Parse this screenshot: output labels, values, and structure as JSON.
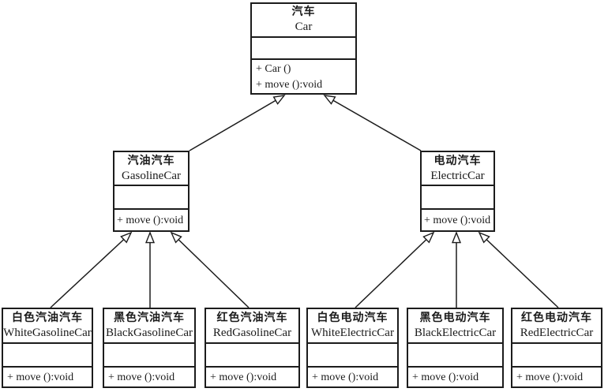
{
  "diagram": {
    "type": "uml-class-diagram",
    "colors": {
      "line": "#1c1c1c",
      "background": "#ffffff",
      "text": "#1a1a1a"
    },
    "classes": [
      {
        "id": "car",
        "name_zh": "汽车",
        "name_en": "Car",
        "attributes": [],
        "methods": [
          "+ Car ()",
          "+ move ():void"
        ]
      },
      {
        "id": "gasoline-car",
        "name_zh": "汽油汽车",
        "name_en": "GasolineCar",
        "attributes": [],
        "methods": [
          "+ move ():void"
        ]
      },
      {
        "id": "electric-car",
        "name_zh": "电动汽车",
        "name_en": "ElectricCar",
        "attributes": [],
        "methods": [
          "+ move ():void"
        ]
      },
      {
        "id": "white-gasoline-car",
        "name_zh": "白色汽油汽车",
        "name_en": "WhiteGasolineCar",
        "attributes": [],
        "methods": [
          "+ move ():void"
        ]
      },
      {
        "id": "black-gasoline-car",
        "name_zh": "黑色汽油汽车",
        "name_en": "BlackGasolineCar",
        "attributes": [],
        "methods": [
          "+ move ():void"
        ]
      },
      {
        "id": "red-gasoline-car",
        "name_zh": "红色汽油汽车",
        "name_en": "RedGasolineCar",
        "attributes": [],
        "methods": [
          "+ move ():void"
        ]
      },
      {
        "id": "white-electric-car",
        "name_zh": "白色电动汽车",
        "name_en": "WhiteElectricCar",
        "attributes": [],
        "methods": [
          "+ move ():void"
        ]
      },
      {
        "id": "black-electric-car",
        "name_zh": "黑色电动汽车",
        "name_en": "BlackElectricCar",
        "attributes": [],
        "methods": [
          "+ move ():void"
        ]
      },
      {
        "id": "red-electric-car",
        "name_zh": "红色电动汽车",
        "name_en": "RedElectricCar",
        "attributes": [],
        "methods": [
          "+ move ():void"
        ]
      }
    ],
    "relationships": [
      {
        "type": "generalization",
        "from": "gasoline-car",
        "to": "car"
      },
      {
        "type": "generalization",
        "from": "electric-car",
        "to": "car"
      },
      {
        "type": "generalization",
        "from": "white-gasoline-car",
        "to": "gasoline-car"
      },
      {
        "type": "generalization",
        "from": "black-gasoline-car",
        "to": "gasoline-car"
      },
      {
        "type": "generalization",
        "from": "red-gasoline-car",
        "to": "gasoline-car"
      },
      {
        "type": "generalization",
        "from": "white-electric-car",
        "to": "electric-car"
      },
      {
        "type": "generalization",
        "from": "black-electric-car",
        "to": "electric-car"
      },
      {
        "type": "generalization",
        "from": "red-electric-car",
        "to": "electric-car"
      }
    ]
  }
}
